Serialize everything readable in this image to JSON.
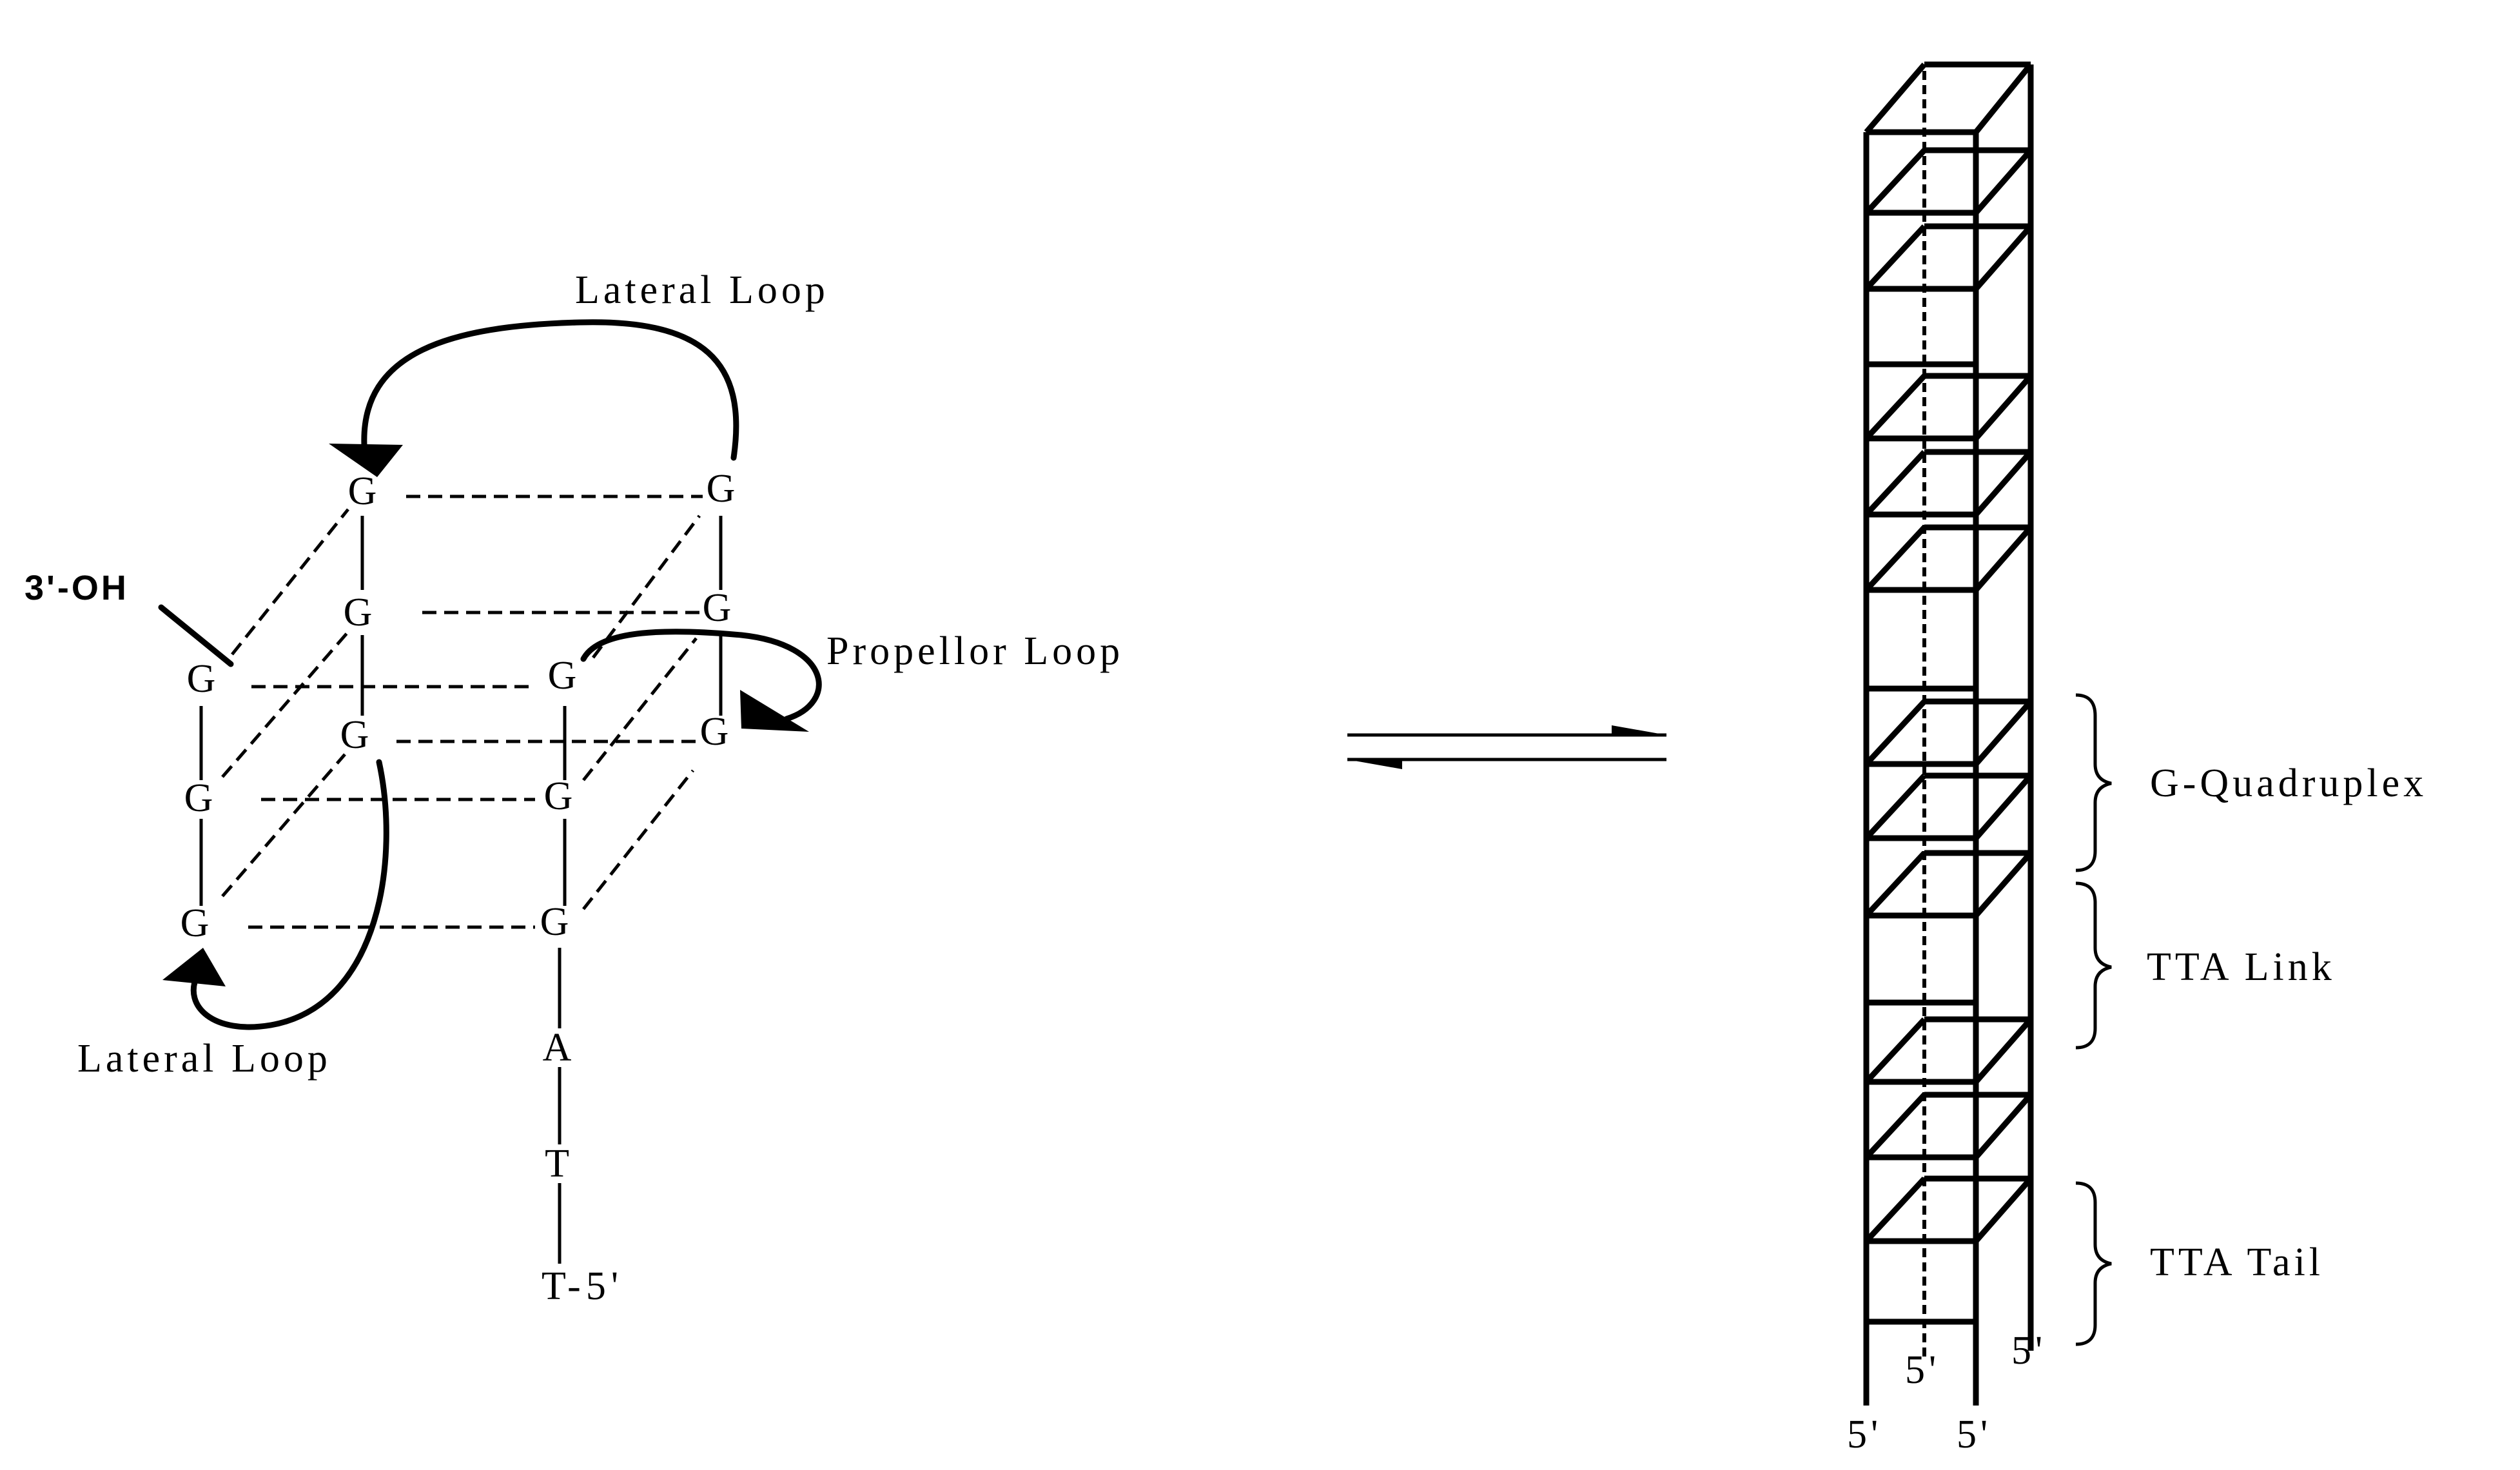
{
  "quadruplex": {
    "nucleotides": [
      "G",
      "G",
      "G",
      "G",
      "G",
      "G",
      "G",
      "G",
      "G",
      "G",
      "G",
      "G"
    ],
    "tail": [
      "A",
      "T",
      "T-5'"
    ],
    "three_prime": "3'-OH",
    "labels": {
      "lateral_top": "Lateral Loop",
      "propellor": "Propellor Loop",
      "lateral_bottom": "Lateral Loop"
    }
  },
  "tower": {
    "labels": {
      "g_quadruplex": "G-Quadruplex",
      "tta_link": "TTA Link",
      "tta_tail": "TTA Tail"
    },
    "ends": [
      "5'",
      "5'",
      "5'",
      "5'"
    ]
  }
}
